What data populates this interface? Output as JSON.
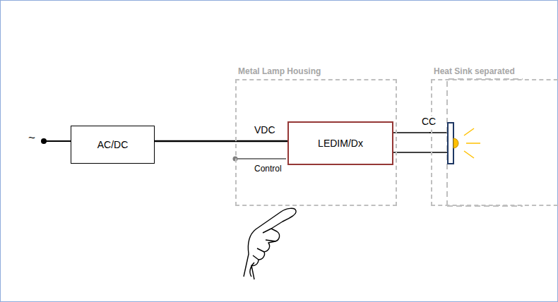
{
  "diagram": {
    "nodes": [
      {
        "text": [
          "AC/DC"
        ]
      },
      {
        "text": [
          "Metal Lamp Housing"
        ]
      },
      {
        "text": [
          "LEDIM/Dx"
        ],
        "in": 1
      },
      {
        "text": [
          "Heat Sink separated"
        ]
      }
    ],
    "edges": [
      {
        "from": 0,
        "to": 2,
        "label": "VDC",
        "arrow": "none"
      },
      {
        "from": 2,
        "to": 3,
        "label": "CC",
        "arrow": "none"
      }
    ],
    "labels": [
      "~",
      "Control"
    ]
  }
}
